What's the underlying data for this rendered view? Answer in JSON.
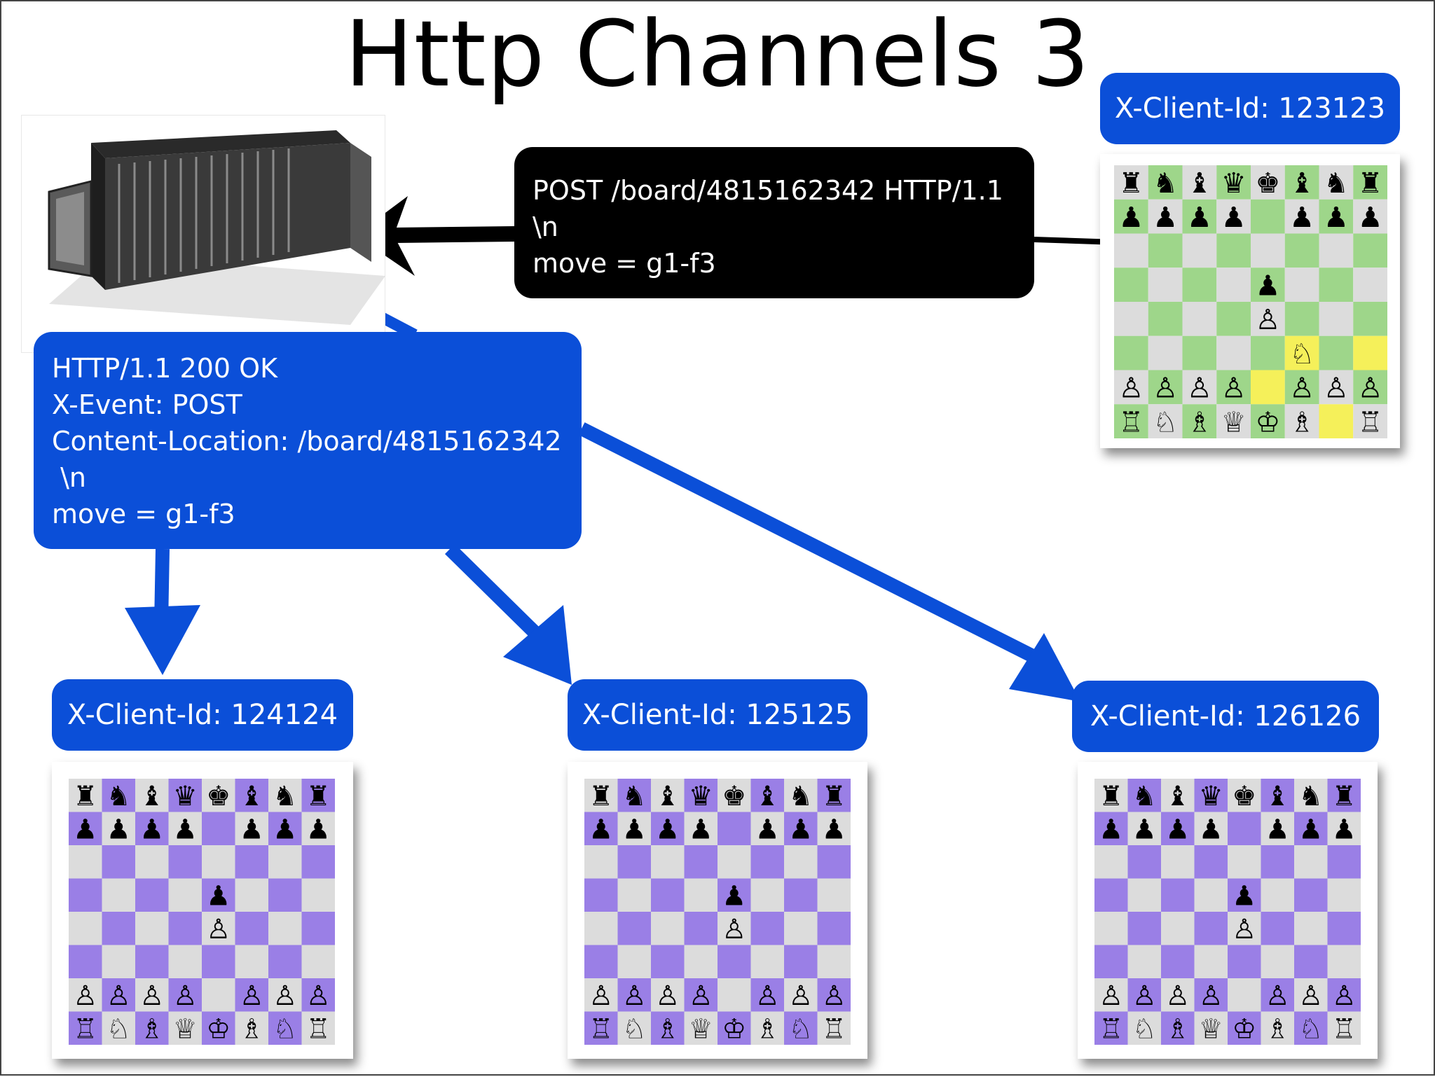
{
  "slide": {
    "title": "Http Channels 3"
  },
  "request": {
    "lines": [
      "POST /board/4815162342 HTTP/1.1",
      "\\n",
      "move = g1-f3"
    ]
  },
  "response": {
    "lines": [
      "HTTP/1.1 200 OK",
      "X-Event: POST",
      "Content-Location: /board/4815162342",
      " \\n",
      "move = g1-f3"
    ]
  },
  "clients": [
    {
      "id_label": "X-Client-Id: 123123"
    },
    {
      "id_label": "X-Client-Id: 124124"
    },
    {
      "id_label": "X-Client-Id: 125125"
    },
    {
      "id_label": "X-Client-Id: 126126"
    }
  ],
  "colors": {
    "black_bubble": "#000000",
    "blue": "#0b4fd8",
    "green_square": "#9ed68a",
    "purple_square": "#9a7fe6",
    "light_square": "#dcdcdc",
    "highlight": "#f5f05a"
  },
  "icons": {
    "server": "blade-server-icon",
    "pointer": "hand-pointer-icon"
  },
  "boards": {
    "sender": {
      "rows": [
        "rnbqkbnr",
        "pppp.ppp",
        "........",
        "....p...",
        "....P...",
        ".....N..",
        "PPPP.PPP",
        "RNBQKB.R"
      ],
      "highlights": [
        "f3",
        "e2",
        "g1",
        "h3"
      ]
    },
    "receiver": {
      "rows": [
        "rnbqkbnr",
        "pppp.ppp",
        "........",
        "....p...",
        "....P...",
        "........",
        "PPPP.PPP",
        "RNBQKBNR"
      ]
    }
  }
}
